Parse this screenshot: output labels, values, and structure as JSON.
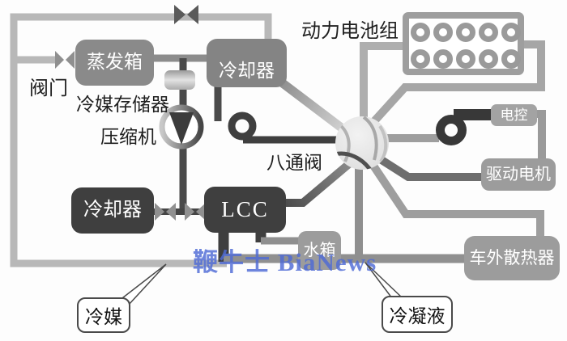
{
  "watermark": {
    "text": "鞭牛士 BiaNews",
    "color": "#4f6bd6"
  },
  "colors": {
    "box_dark": "#3f3f3f",
    "box_medium_gray": "#8a8a8a",
    "box_light_gray": "#9c9c9c",
    "pipe_light": "#b8b8b8",
    "pipe_medium": "#909090",
    "pipe_dark": "#4a4a4a",
    "pump_dark": "#383838",
    "eight_way_ball": "#e6e6e6"
  },
  "components": {
    "evaporator": {
      "label": "蒸发箱"
    },
    "cooler_top": {
      "label": "冷却器"
    },
    "cooler_bottom": {
      "label": "冷却器"
    },
    "lcc": {
      "label": "LCC"
    },
    "water_tank": {
      "label": "水箱"
    },
    "ecu": {
      "label": "电控"
    },
    "drive_motor": {
      "label": "驱动电机"
    },
    "external_radiator": {
      "label": "车外散热器"
    },
    "battery_pack": {
      "label": "动力电池组",
      "cell_rows": 2,
      "cells_per_row": 5
    }
  },
  "labels": {
    "valve": "阀门",
    "refrigerant_storage": "冷媒存储器",
    "compressor": "压缩机",
    "eight_way_valve": "八通阀"
  },
  "callouts": {
    "refrigerant": {
      "label": "冷媒"
    },
    "condensate": {
      "label": "冷凝液"
    }
  }
}
